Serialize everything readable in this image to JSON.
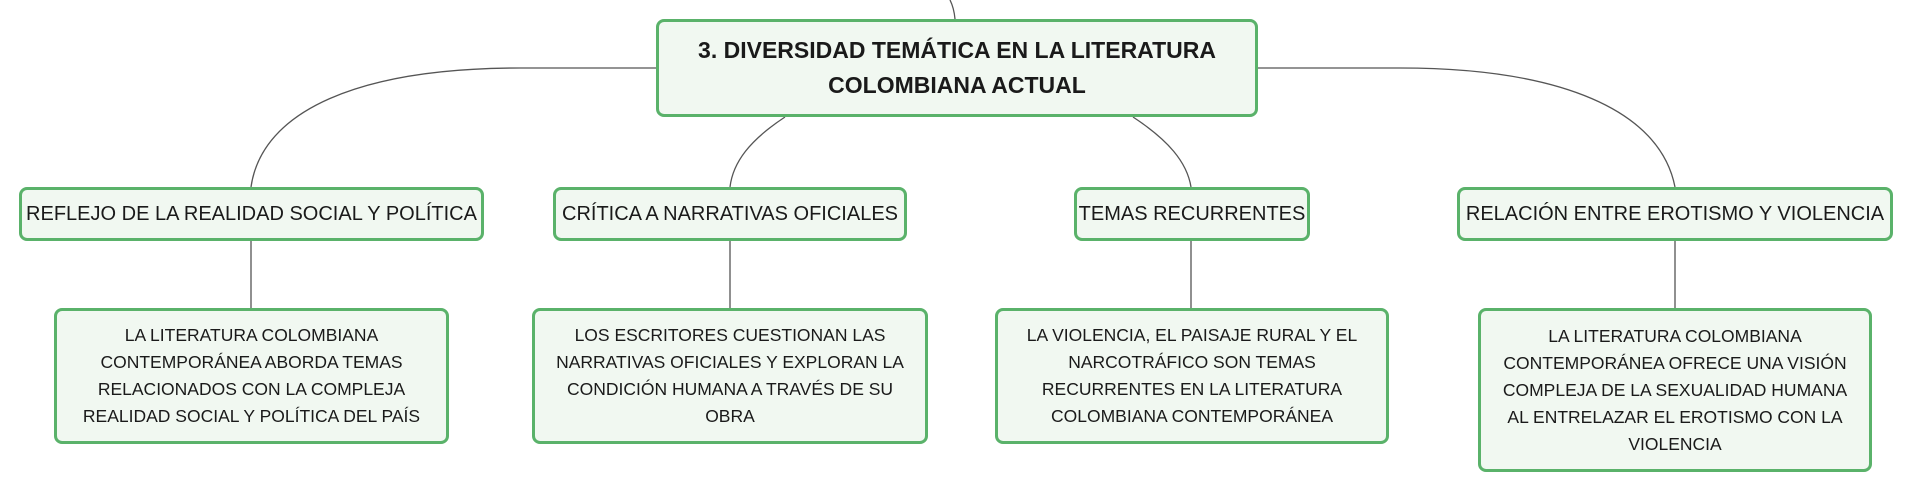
{
  "map": {
    "root": {
      "title": "3. DIVERSIDAD TEMÁTICA EN LA LITERATURA COLOMBIANA ACTUAL"
    },
    "topics": [
      {
        "label": "REFLEJO DE LA REALIDAD SOCIAL Y POLÍTICA",
        "detail": "LA LITERATURA COLOMBIANA CONTEMPORÁNEA ABORDA TEMAS RELACIONADOS CON LA COMPLEJA REALIDAD SOCIAL Y POLÍTICA DEL PAÍS"
      },
      {
        "label": "CRÍTICA A NARRATIVAS OFICIALES",
        "detail": "LOS ESCRITORES CUESTIONAN LAS NARRATIVAS OFICIALES Y EXPLORAN LA CONDICIÓN HUMANA A TRAVÉS DE SU OBRA"
      },
      {
        "label": "TEMAS RECURRENTES",
        "detail": "LA VIOLENCIA, EL PAISAJE RURAL Y EL NARCOTRÁFICO SON TEMAS RECURRENTES EN LA LITERATURA COLOMBIANA CONTEMPORÁNEA"
      },
      {
        "label": "RELACIÓN ENTRE EROTISMO Y VIOLENCIA",
        "detail": "LA LITERATURA COLOMBIANA CONTEMPORÁNEA OFRECE UNA VISIÓN COMPLEJA DE LA SEXUALIDAD HUMANA AL ENTRELAZAR EL EROTISMO CON LA VIOLENCIA"
      }
    ]
  },
  "colors": {
    "border": "#5ab26a",
    "fill": "#f1f8f1",
    "connector": "#555555"
  }
}
